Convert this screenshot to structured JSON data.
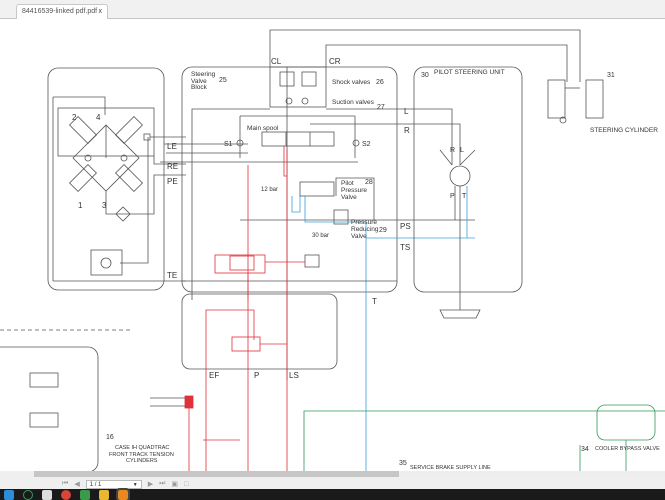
{
  "tab": {
    "title": "84416539-linked pdf.pdf",
    "close": "x"
  },
  "viewer": {
    "page_indicator": "1 / 1",
    "first": "⏮",
    "prev": "◀",
    "next": "▶",
    "last": "⏭"
  },
  "schematic": {
    "left_block": {
      "ports": [
        "2",
        "4",
        "1",
        "3"
      ],
      "lines": [
        "LE",
        "RE",
        "PE",
        "TE"
      ]
    },
    "steering_valve_block": {
      "title": "Steering Valve Block",
      "number": "25",
      "main_spool": "Main spool",
      "s1": "S1",
      "s2": "S2",
      "cl": "CL",
      "cr": "CR",
      "shock_valves": "Shock valves",
      "shock_num": "26",
      "suction_valves": "Suction valves",
      "suction_num": "27",
      "pilot_pressure": "Pilot Pressure Valve",
      "pilot_num": "28",
      "bar12": "12 bar",
      "bar30": "30 bar",
      "pressure_reducing": "Pressure Reducing Valve",
      "reducing_num": "29",
      "ports": {
        "l": "L",
        "r": "R",
        "ps": "PS",
        "ts": "TS",
        "t": "T",
        "ef": "EF",
        "p": "P",
        "ls": "LS"
      }
    },
    "pilot_steering_unit": {
      "title": "PILOT STEERING UNIT",
      "number": "30",
      "r": "R",
      "l": "L",
      "p": "P",
      "t": "T"
    },
    "steering_cylinder": {
      "title": "STEERING CYLINDER",
      "number": "31"
    },
    "track_tension": {
      "title": "CASE IH QUADTRAC FRONT TRACK TENSION CYLINDERS",
      "line1": "CASE IH QUADTRAC",
      "line2": "FRONT TRACK TENSION",
      "line3": "CYLINDERS",
      "number": "16"
    },
    "cooler_bypass": {
      "title": "COOLER BYPASS VALVE",
      "number": "34"
    },
    "service_brake": {
      "title": "SERVICE BRAKE SUPPLY LINE",
      "number": "35"
    }
  },
  "colors": {
    "line": "#555555",
    "pressure": "#e0303a",
    "tank": "#3aa0d8",
    "green": "#2e9a5a",
    "taskbar": "#1a1a1a"
  },
  "taskbar": {
    "icons": [
      "windows-icon",
      "cortana-icon",
      "task-view-icon",
      "chrome-icon",
      "excel-icon",
      "file-explorer-icon",
      "pdf-app-icon"
    ]
  }
}
